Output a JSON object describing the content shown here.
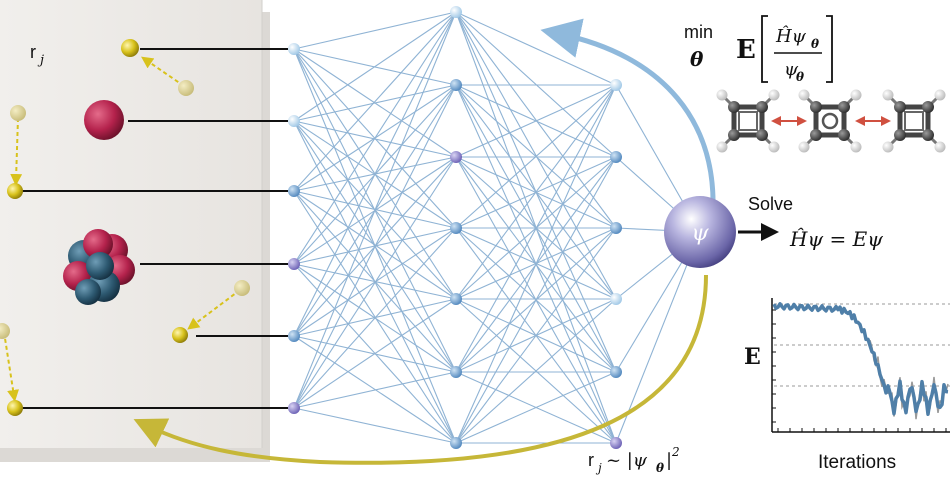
{
  "labels": {
    "r_j": "r",
    "r_j_sub": "j",
    "min": "min",
    "theta": "θ",
    "E_bold": "E",
    "H_hat_psi": "Ĥψ",
    "theta_sub": "θ",
    "psi": "ψ",
    "psi_node": "ψ",
    "solve": "Solve",
    "schrodinger": "Ĥψ = Eψ",
    "sampling_r": "r",
    "sampling_sub": "j",
    "sampling_rest": " ~ |ψ",
    "sampling_theta": "θ",
    "sampling_end": "|",
    "sampling_pow": "2",
    "plot_ylabel": "E",
    "plot_xlabel": "Iterations"
  },
  "colors": {
    "edge": "#8fb3d4",
    "node_light": "#b8d7ee",
    "node_mid": "#6f9fcd",
    "node_purple": "#8077c2",
    "arrow_blue": "#8fb9dc",
    "arrow_yellow": "#c6b738",
    "electron": "#d8c21c",
    "proton": "#b4224c",
    "neutron": "#2e5a72",
    "psi_sphere": "#6b66a8",
    "swap_arrow": "#d05040"
  },
  "network": {
    "layers": [
      [
        "light",
        "light",
        "mid",
        "purple",
        "mid",
        "purple"
      ],
      [
        "light",
        "mid",
        "purple",
        "mid",
        "mid",
        "mid",
        "mid"
      ],
      [
        "light",
        "mid",
        "mid",
        "light",
        "mid",
        "purple"
      ]
    ]
  },
  "icons": [
    "electron-icon",
    "proton-icon",
    "nucleus-icon",
    "cyclobutadiene-icon",
    "psi-sphere-icon"
  ]
}
